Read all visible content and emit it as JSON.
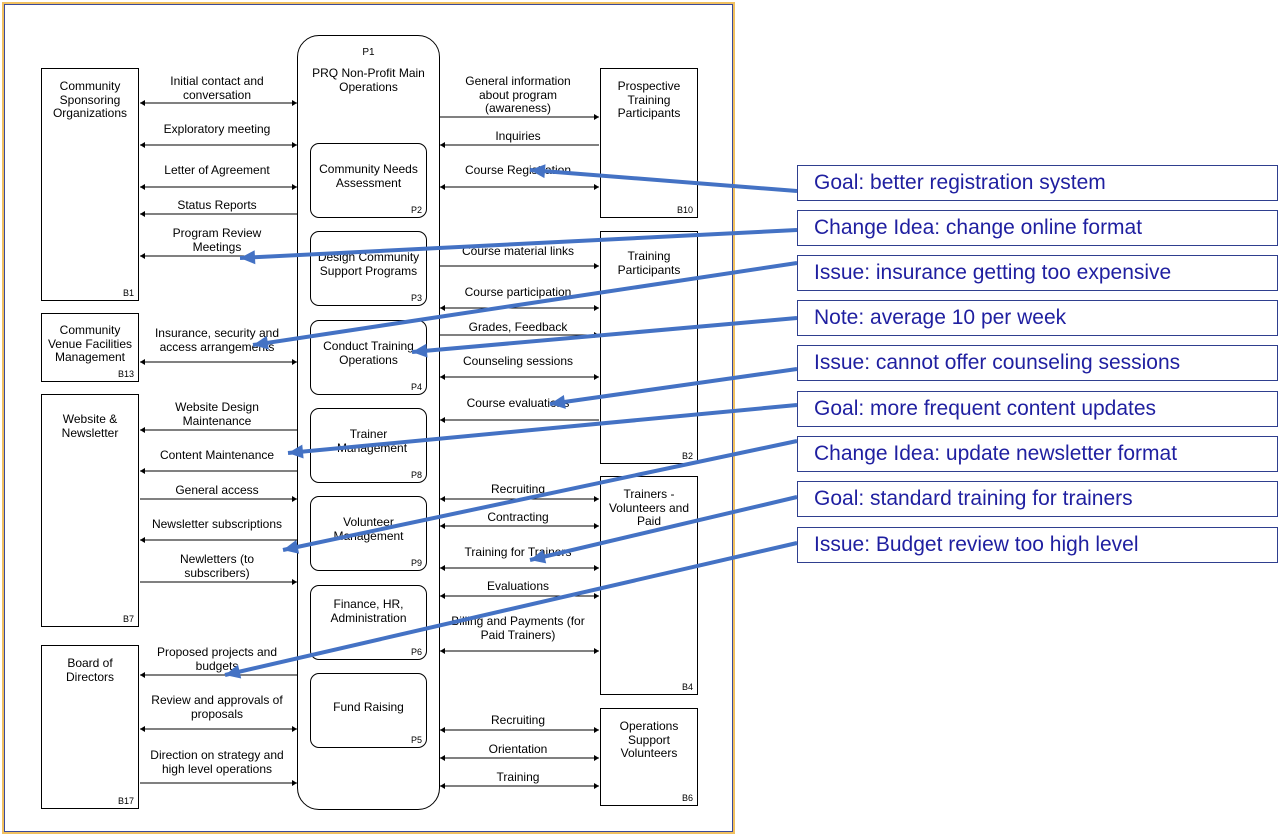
{
  "main_process": {
    "code": "P1",
    "title": "PRQ Non-Profit Main Operations"
  },
  "processes": [
    {
      "id": "p2",
      "label": "Community Needs Assessment",
      "code": "P2"
    },
    {
      "id": "p3",
      "label": "Design Community Support Programs",
      "code": "P3"
    },
    {
      "id": "p4",
      "label": "Conduct Training Operations",
      "code": "P4"
    },
    {
      "id": "p8",
      "label": "Trainer Management",
      "code": "P8"
    },
    {
      "id": "p9",
      "label": "Volunteer Management",
      "code": "P9"
    },
    {
      "id": "p6",
      "label": "Finance, HR, Administration",
      "code": "P6"
    },
    {
      "id": "p5",
      "label": "Fund Raising",
      "code": "P5"
    }
  ],
  "externals": [
    {
      "id": "b1",
      "label": "Community Sponsoring Organizations",
      "code": "B1"
    },
    {
      "id": "b13",
      "label": "Community Venue Facilities Management",
      "code": "B13"
    },
    {
      "id": "b7",
      "label": "Website & Newsletter",
      "code": "B7"
    },
    {
      "id": "b17",
      "label": "Board of Directors",
      "code": "B17"
    },
    {
      "id": "b10",
      "label": "Prospective Training Participants",
      "code": "B10"
    },
    {
      "id": "b2",
      "label": "Training Participants",
      "code": "B2"
    },
    {
      "id": "b4",
      "label": "Trainers - Volunteers and Paid",
      "code": "B4"
    },
    {
      "id": "b6",
      "label": "Operations Support Volunteers",
      "code": "B6"
    }
  ],
  "left_flows": [
    {
      "label": "Initial contact and conversation",
      "dir": "both"
    },
    {
      "label": "Exploratory meeting",
      "dir": "both"
    },
    {
      "label": "Letter of Agreement",
      "dir": "both"
    },
    {
      "label": "Status Reports",
      "dir": "left"
    },
    {
      "label": "Program Review Meetings",
      "dir": "left"
    },
    {
      "label": "Insurance, security and access arrangements",
      "dir": "both"
    },
    {
      "label": "Website Design Maintenance",
      "dir": "left"
    },
    {
      "label": "Content Maintenance",
      "dir": "left"
    },
    {
      "label": "General access",
      "dir": "right"
    },
    {
      "label": "Newsletter subscriptions",
      "dir": "left"
    },
    {
      "label": "Newletters (to subscribers)",
      "dir": "right"
    },
    {
      "label": "Proposed projects and budgets",
      "dir": "left"
    },
    {
      "label": "Review and approvals of proposals",
      "dir": "both"
    },
    {
      "label": "Direction on strategy and high level operations",
      "dir": "right"
    }
  ],
  "right_flows": [
    {
      "label": "General information about program (awareness)",
      "dir": "right"
    },
    {
      "label": "Inquiries",
      "dir": "left"
    },
    {
      "label": "Course Registration",
      "dir": "both"
    },
    {
      "label": "Course material links",
      "dir": "right"
    },
    {
      "label": "Course participation",
      "dir": "both"
    },
    {
      "label": "Grades, Feedback",
      "dir": "right"
    },
    {
      "label": "Counseling sessions",
      "dir": "both"
    },
    {
      "label": "Course evaluations",
      "dir": "left"
    },
    {
      "label": "Recruiting",
      "dir": "both"
    },
    {
      "label": "Contracting",
      "dir": "both"
    },
    {
      "label": "Training for Trainers",
      "dir": "both"
    },
    {
      "label": "Evaluations",
      "dir": "both"
    },
    {
      "label": "Billing and Payments (for Paid Trainers)",
      "dir": "both"
    },
    {
      "label": "Recruiting",
      "dir": "both"
    },
    {
      "label": "Orientation",
      "dir": "both"
    },
    {
      "label": "Training",
      "dir": "both"
    }
  ],
  "notes": [
    {
      "text": "Goal: better registration system"
    },
    {
      "text": "Change Idea: change online format"
    },
    {
      "text": "Issue: insurance getting too expensive"
    },
    {
      "text": "Note: average 10 per week"
    },
    {
      "text": "Issue: cannot offer counseling sessions"
    },
    {
      "text": "Goal: more frequent content updates"
    },
    {
      "text": "Change Idea: update newsletter format"
    },
    {
      "text": "Goal:  standard training for trainers"
    },
    {
      "text": "Issue: Budget review too high level"
    }
  ],
  "colors": {
    "note_border": "#2f3f8f",
    "note_text": "#1f1fa0",
    "pointer": "#4472c4",
    "frame": "#f0c060"
  }
}
